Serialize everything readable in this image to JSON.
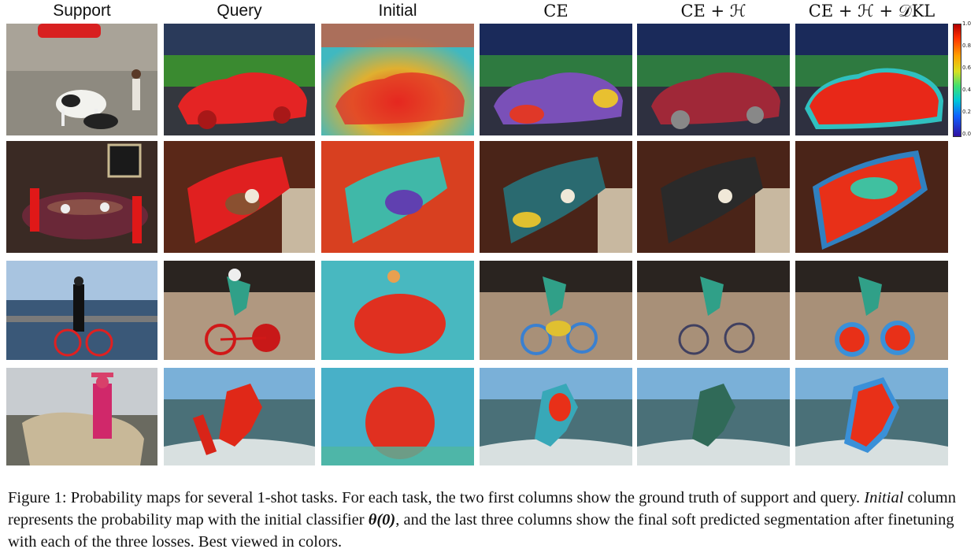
{
  "headers": {
    "support": "Support",
    "query": "Query",
    "initial": "Initial",
    "ce": "CE",
    "ce_h": "CE + ℋ",
    "ce_h_dkl": "CE + ℋ + 𝒟KL"
  },
  "colorbar": {
    "ticks": [
      "1.0",
      "0.8",
      "0.6",
      "0.4",
      "0.2",
      "0.0"
    ]
  },
  "caption": {
    "prefix": "Figure 1: Probability maps for several 1-shot tasks. For each task, the two first columns show the ground truth of support and query. ",
    "initial_word": "Initial",
    "middle": " column represents the probability map with the initial classifier ",
    "theta": "θ(0)",
    "suffix": ", and the last three columns show the final soft predicted segmentation after finetuning with each of the three losses. Best viewed in colors."
  },
  "colors": {
    "red_mask": "#e02020",
    "heat_low": "#2a40c0",
    "heat_mid": "#30c8a0",
    "heat_high": "#e82010"
  }
}
